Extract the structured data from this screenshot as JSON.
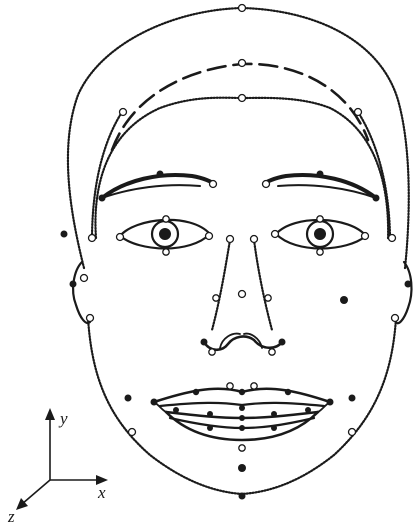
{
  "figure": {
    "axes": {
      "x_label": "x",
      "y_label": "y",
      "z_label": "z"
    },
    "colors": {
      "ink": "#1a1a1a",
      "background": "#ffffff"
    },
    "point_styles": [
      "open-circle",
      "filled-dot"
    ]
  }
}
